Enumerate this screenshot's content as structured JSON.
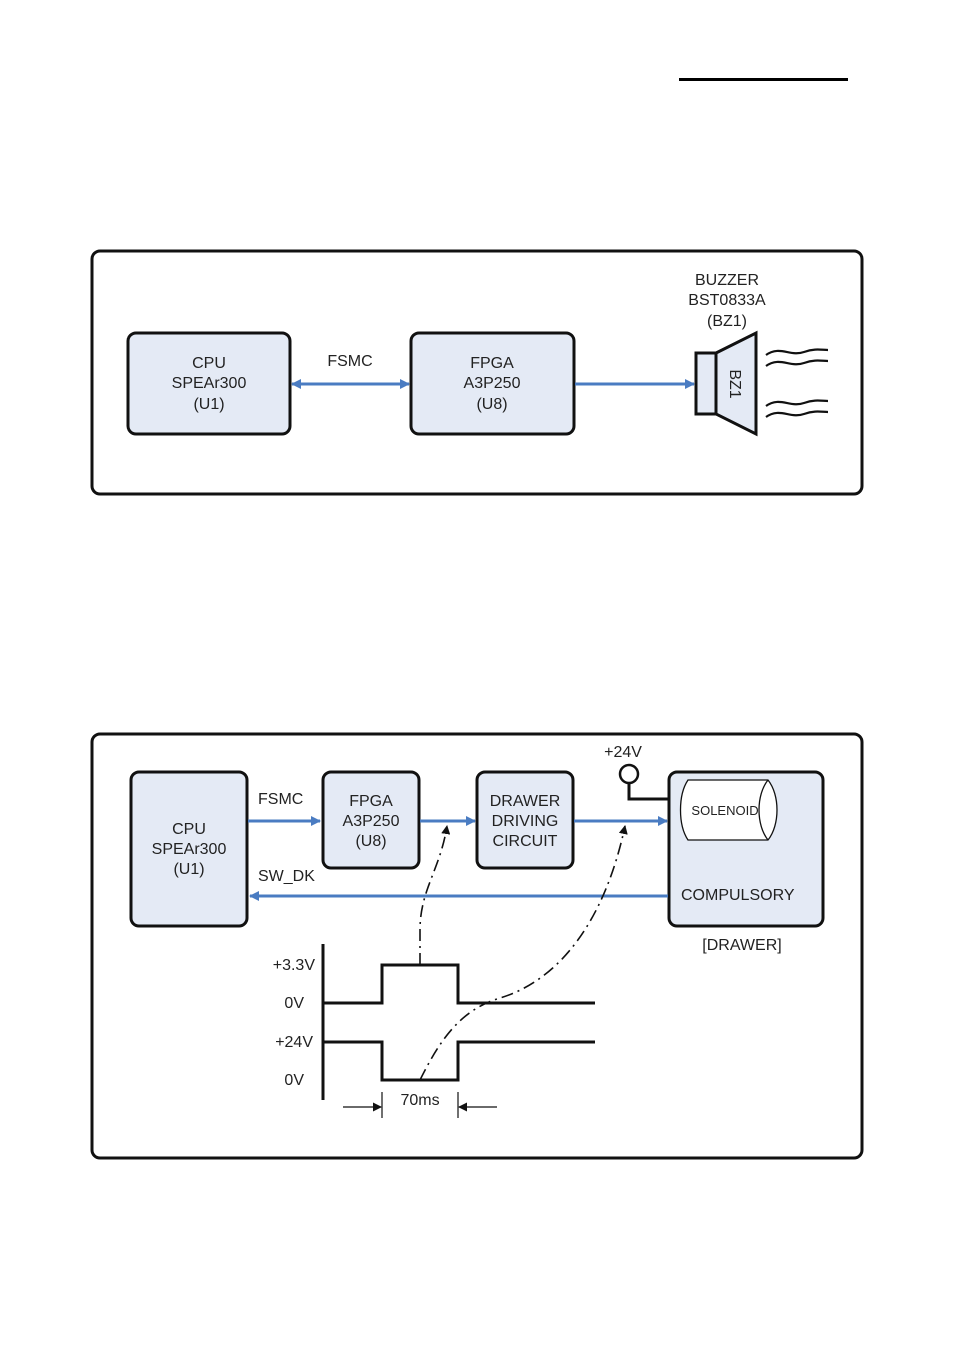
{
  "page": {
    "colors": {
      "block_fill": "#e4eaf5",
      "signal_line": "#4a7cc2",
      "outline": "#111111"
    }
  },
  "buzzer_diagram": {
    "cpu": {
      "lines": [
        "CPU",
        "SPEAr300",
        "(U1)"
      ]
    },
    "bus_label": "FSMC",
    "fpga": {
      "lines": [
        "FPGA",
        "A3P250",
        "(U8)"
      ]
    },
    "buzzer": {
      "lines": [
        "BUZZER",
        "BST0833A",
        "(BZ1)"
      ],
      "body_label": "BZ1"
    }
  },
  "drawer_diagram": {
    "cpu": {
      "lines": [
        "CPU",
        "SPEAr300",
        "(U1)"
      ]
    },
    "bus_label": "FSMC",
    "fpga": {
      "lines": [
        "FPGA",
        "A3P250",
        "(U8)"
      ]
    },
    "driver": {
      "lines": [
        "DRAWER",
        "DRIVING",
        "CIRCUIT"
      ]
    },
    "supply_label": "+24V",
    "solenoid_label": "SOLENOID",
    "compulsory_label": "COMPULSORY",
    "drawer_caption": "[DRAWER]",
    "feedback_label": "SW_DK",
    "timing": {
      "upper_high": "+3.3V",
      "upper_low": "0V",
      "lower_high": "+24V",
      "lower_low": "0V",
      "pulse_width": "70ms"
    }
  }
}
